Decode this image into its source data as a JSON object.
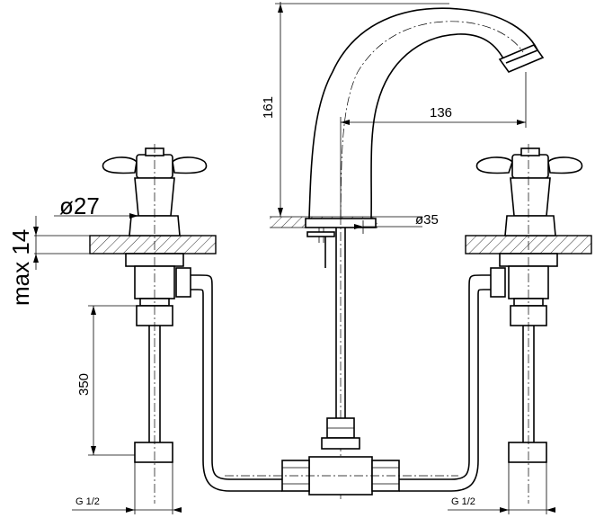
{
  "dimensions": {
    "height": "161",
    "reach": "136",
    "hole_diameter": "ø35",
    "handle_base_diameter": "ø27",
    "max_thickness": "max 14",
    "hose_length": "350",
    "thread_left": "G 1/2",
    "thread_right": "G 1/2"
  },
  "components": [
    "spout",
    "left-cross-handle",
    "right-cross-handle",
    "left-valve-body",
    "right-valve-body",
    "left-hose",
    "right-hose",
    "center-supply-pipe",
    "t-connector",
    "mounting-plate"
  ]
}
